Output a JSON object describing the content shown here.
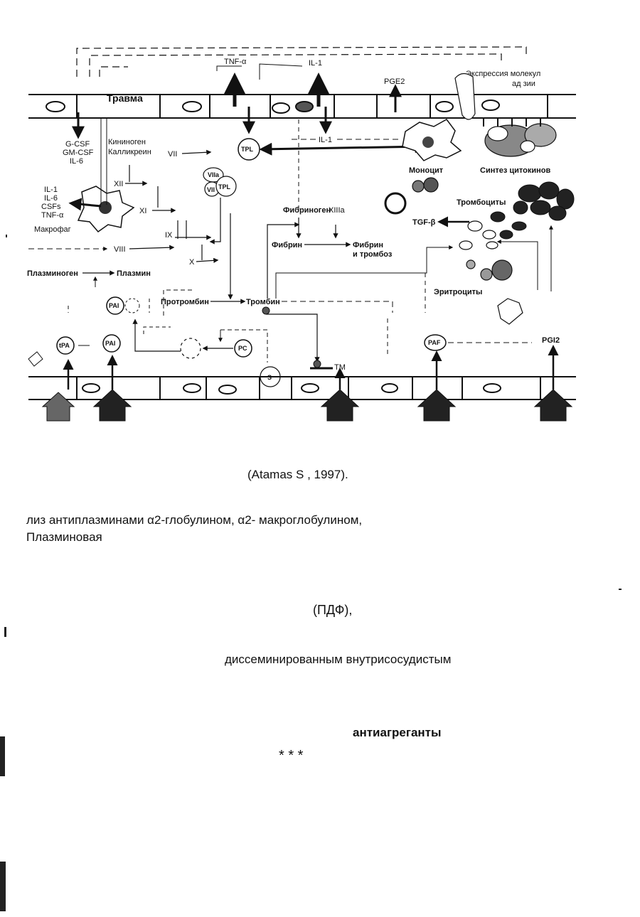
{
  "diagram": {
    "labels": {
      "trauma": "Травма",
      "tnf_top": "TNF-α",
      "il1_top": "IL-1",
      "pge2": "PGE2",
      "expression_1": "Экспрессия молекул",
      "expression_2": "ад   зии",
      "g_csf": "G-CSF",
      "gm_csf": "GM-CSF",
      "il6_a": "IL-6",
      "kininogen": "Кининоген",
      "kallikrein": "Калликреин",
      "vii": "VII",
      "il1_mid": "IL-1",
      "tpl": "TPL",
      "monocyte": "Моноцит",
      "cytokine_synth": "Синтез цитокинов",
      "xii": "XII",
      "il1_left": "IL-1",
      "il6_left": "IL-6",
      "csfs": "CSFs",
      "tnf_left": "TNF-α",
      "macrophage": "Макрофаг",
      "xi": "XI",
      "vii_tpl": "VII",
      "tpl2": "TPL",
      "vila": "VIIa",
      "fibrinogen": "Фибриноген",
      "xiiia": "XIIIa",
      "platelets": "Тромбоциты",
      "tgf_b": "TGF-β",
      "ix": "IX",
      "fibrin": "Фибрин",
      "fibrin_thrombosis_1": "Фибрин",
      "fibrin_thrombosis_2": "и тромбоз",
      "viii": "VIII",
      "x": "X",
      "plasminogen": "Плазминоген",
      "plasmin": "Плазмин",
      "erythrocytes": "Эритроциты",
      "pai_left": "PAI",
      "prothrombin": "Протромбин",
      "thrombin": "Тромбин",
      "tpa": "tPA",
      "pai_bottom": "PAI",
      "pc": "PC",
      "paf": "PAF",
      "pgi2": "PGI2",
      "tm": "TM",
      "s_circle": "S"
    }
  },
  "citation": "(Atamas S , 1997).",
  "lines": {
    "line1": "лиз антиплазминами α2-глобулином, α2- макроглобулином,",
    "line2": "Плазминовая",
    "pdf": "(ПДФ),",
    "dic": "диссеминированным внутрисосудистым",
    "antiaggregants": "антиагреганты",
    "stars": "*   *   *"
  }
}
